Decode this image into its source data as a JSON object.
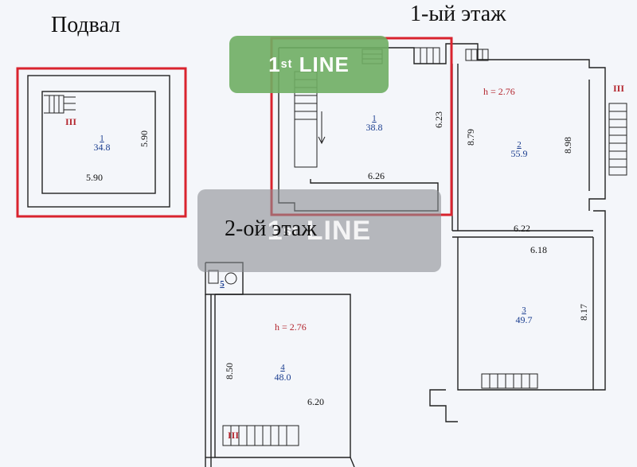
{
  "titles": {
    "basement": "Подвал",
    "floor1": "1-ый этаж",
    "floor2": "2-ой этаж"
  },
  "watermark": {
    "text_super": "st",
    "text_main": "LINE",
    "text_prefix": "1",
    "color_green": "#6fae63",
    "color_gray": "#8a8d92"
  },
  "highlight_color": "#d9232e",
  "rooms": [
    {
      "id": "basement-room-1",
      "num": "1",
      "area": "34.8",
      "dims": [
        "5.90",
        "5.90"
      ],
      "stair": "III"
    },
    {
      "id": "floor1-room-1",
      "num": "1",
      "area": "38.8",
      "dims": [
        "6.23",
        "6.26"
      ]
    },
    {
      "id": "floor1-room-2",
      "num": "2",
      "area": "55.9",
      "dims": [
        "8.79",
        "8.98",
        "6.22"
      ],
      "height": "h = 2.76",
      "stair": "III"
    },
    {
      "id": "floor1-room-3",
      "num": "3",
      "area": "49.7",
      "dims": [
        "6.18",
        "8.17"
      ]
    },
    {
      "id": "floor2-room-4",
      "num": "4",
      "area": "48.0",
      "dims": [
        "8.50",
        "6.20"
      ],
      "height": "h = 2.76",
      "stair": "III"
    },
    {
      "id": "floor2-room-5",
      "num": "5"
    }
  ]
}
